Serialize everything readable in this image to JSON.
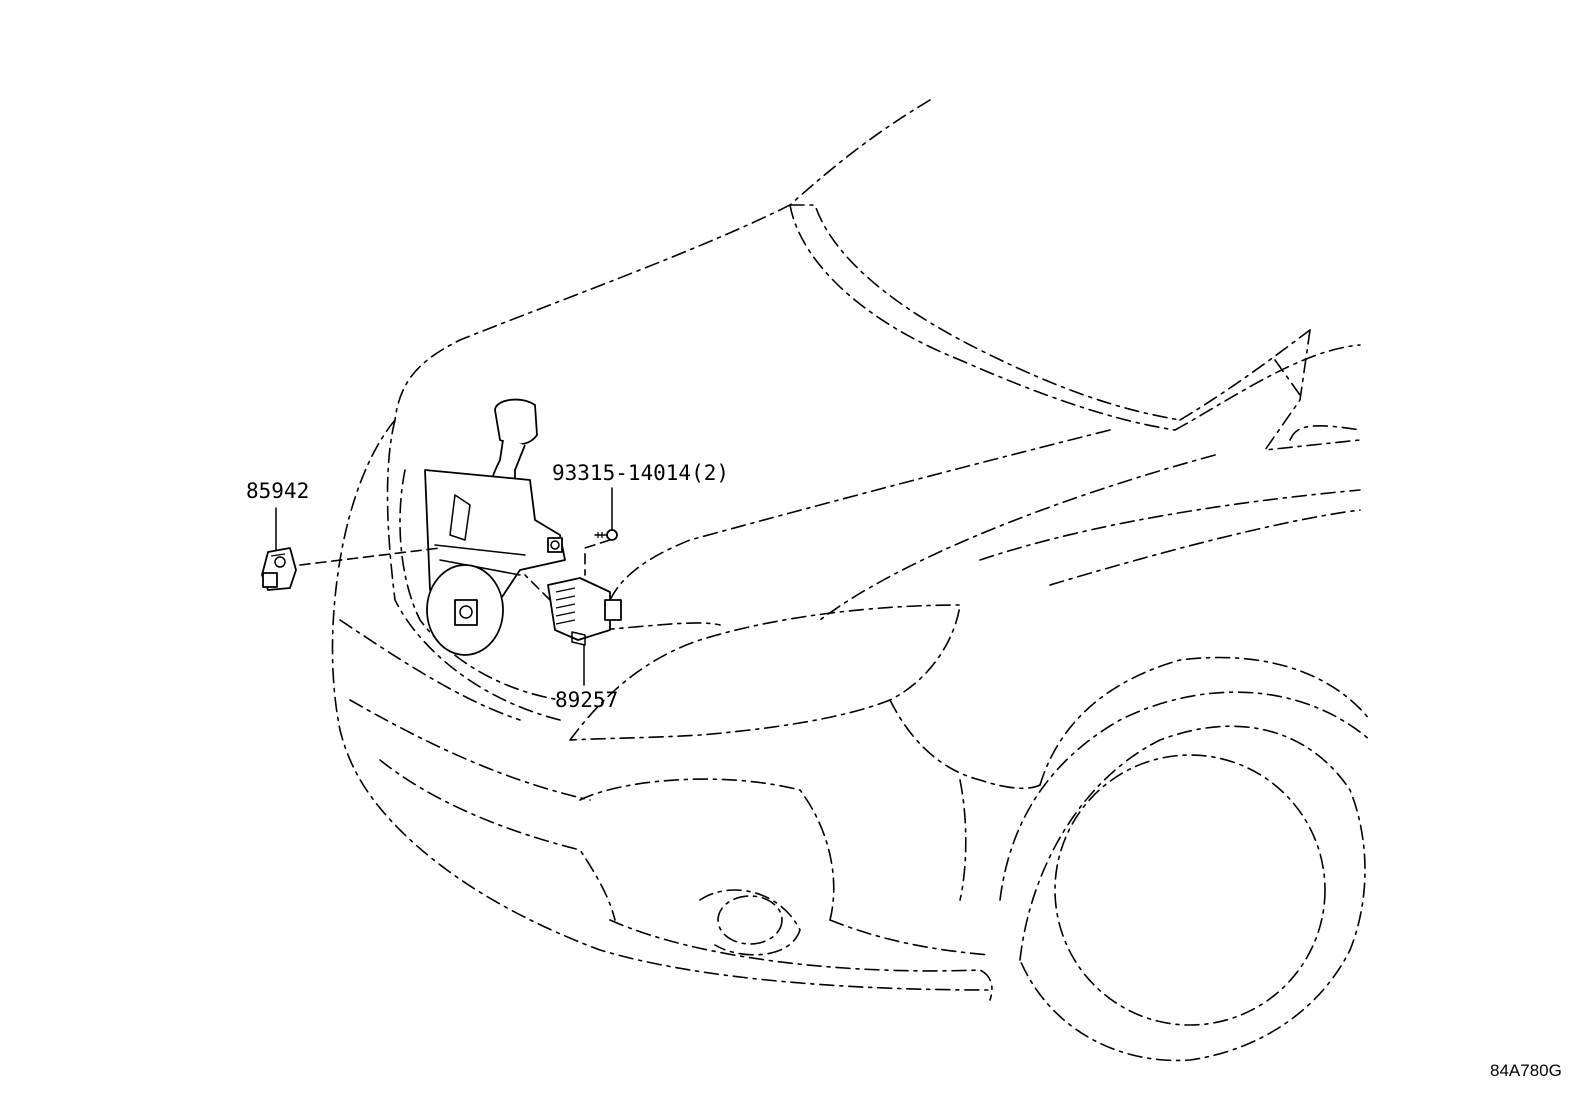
{
  "callouts": {
    "sensor_part": "85942",
    "bolt_part": "93315-14014(2)",
    "module_part": "89257"
  },
  "diagram_code": "84A780G",
  "colors": {
    "line": "#000000",
    "background": "#ffffff"
  }
}
